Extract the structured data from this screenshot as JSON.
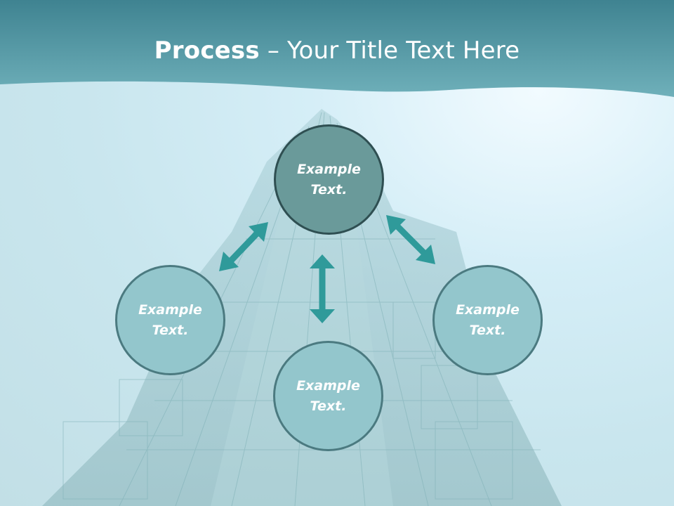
{
  "title": {
    "bold": "Process",
    "separator": " – ",
    "rest": "Your Title Text Here"
  },
  "nodes": {
    "top": {
      "line1": "Example",
      "line2": "Text."
    },
    "left": {
      "line1": "Example",
      "line2": "Text."
    },
    "right": {
      "line1": "Example",
      "line2": "Text."
    },
    "bottom": {
      "line1": "Example",
      "line2": "Text."
    }
  },
  "colors": {
    "header_band": "#5aa3ae",
    "arrow": "#2f9a9a",
    "node_fill": "#93c6cc",
    "node_top_fill": "#6a9a9a",
    "node_border": "#4b7a80"
  }
}
